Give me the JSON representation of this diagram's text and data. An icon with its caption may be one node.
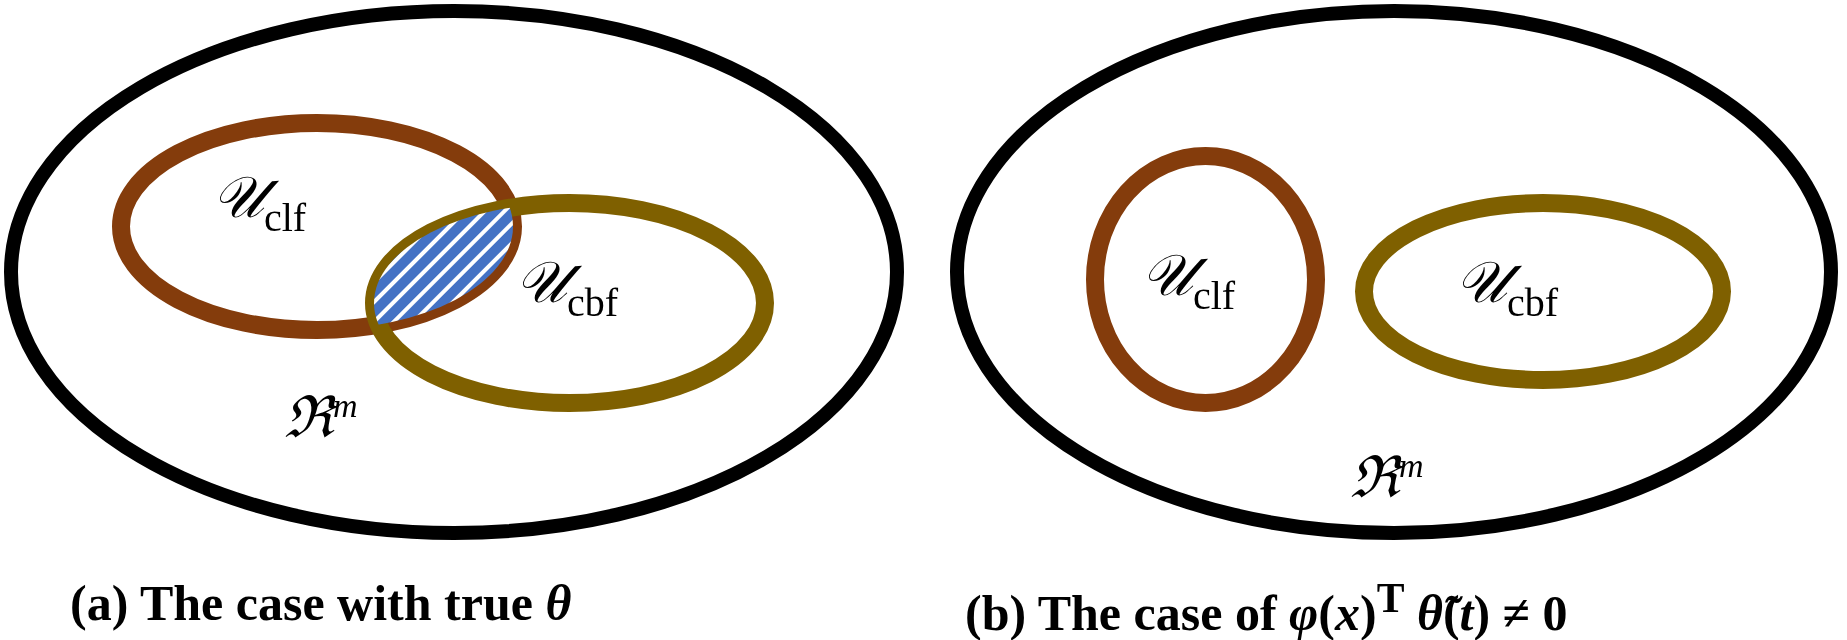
{
  "diagram": {
    "nodes": [
      {
        "text": [
          "ℜ$^{m}$"
        ]
      },
      {
        "text": [
          "𝒰$_{clf}$"
        ],
        "in": 0
      },
      {
        "text": [
          "𝒰$_{cbf}$"
        ],
        "in": 0
      },
      {
        "text": [],
        "shape": "ellipse",
        "in": 0
      },
      {
        "text": [
          "ℜ$^{m}$"
        ]
      },
      {
        "text": [
          "𝒰$_{clf}$"
        ],
        "in": 4
      },
      {
        "text": [
          "𝒰$_{cbf}$"
        ],
        "in": 4
      }
    ],
    "edges": [],
    "labels": [
      "(a) The case with true *θ*",
      "(b) The case of *φ*(*x*)$^{T}$ *θ̃*(*t*) ≠ 0"
    ]
  }
}
